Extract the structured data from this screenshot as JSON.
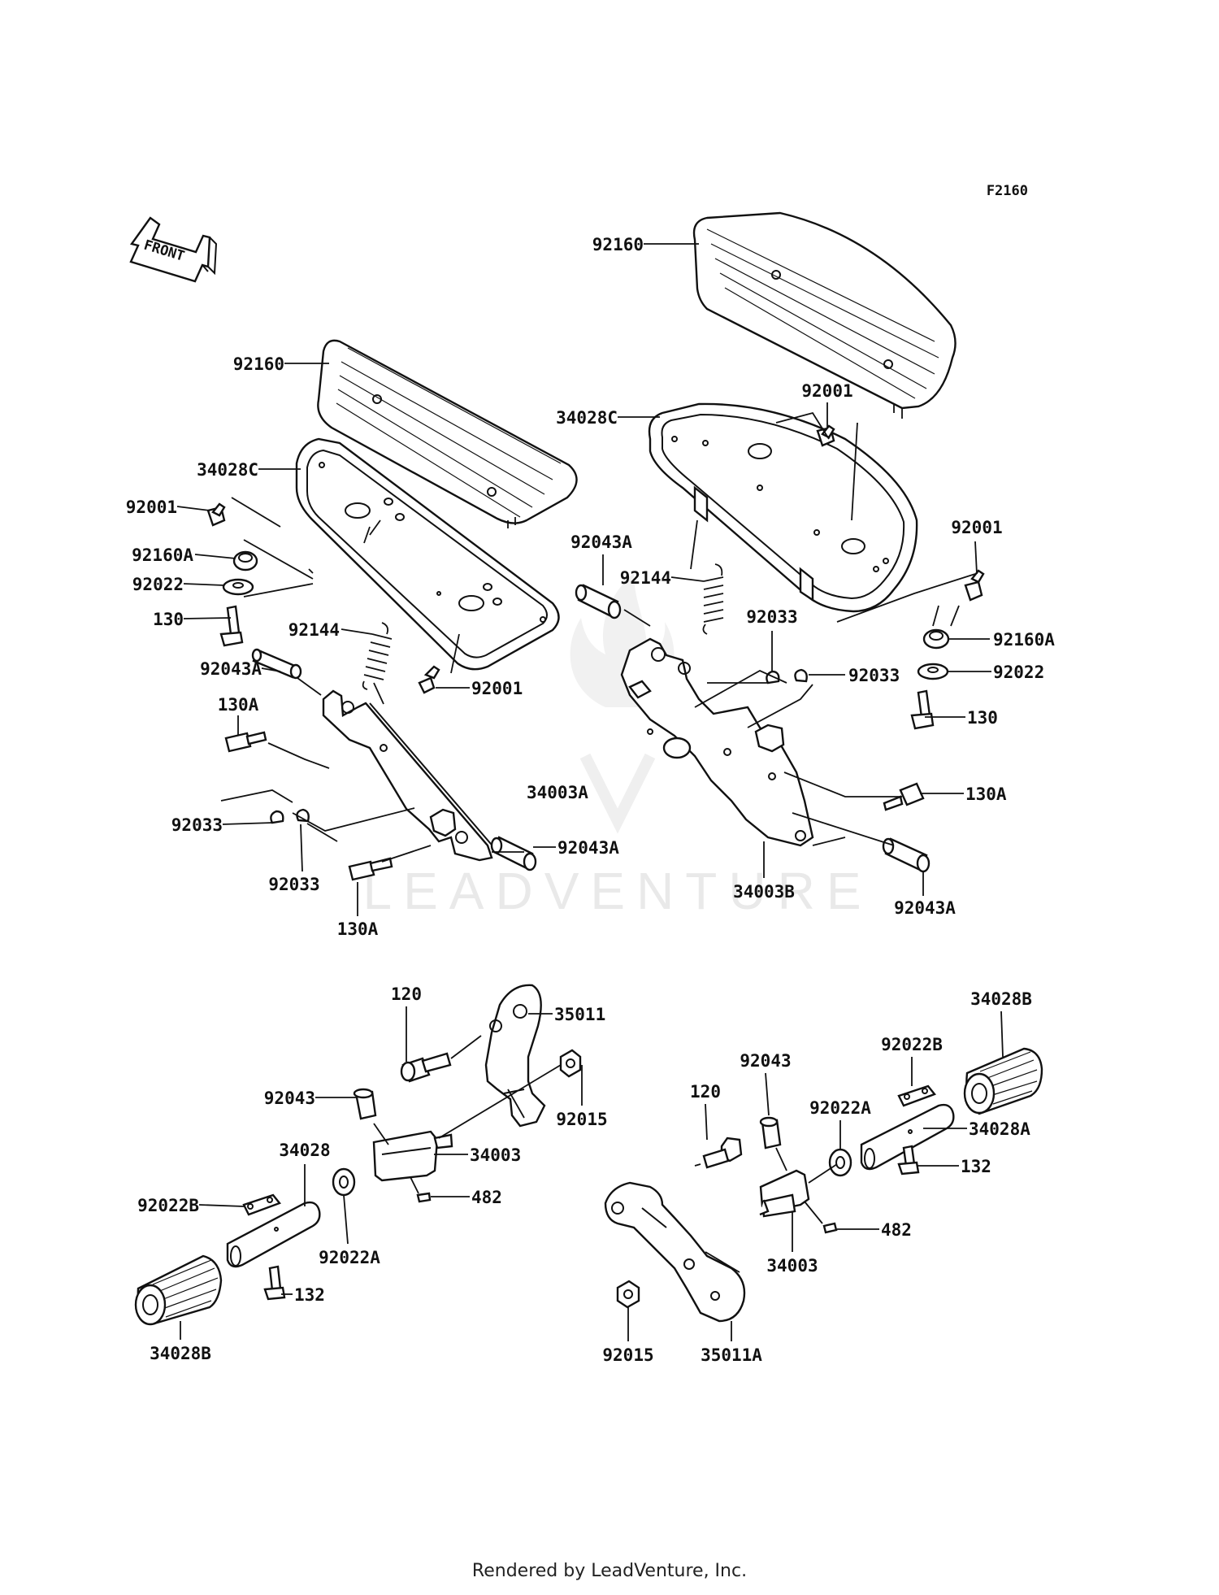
{
  "figure_code": "F2160",
  "front_label": "FRONT",
  "watermark": "LEADVENTURE",
  "footer": "Rendered by LeadVenture, Inc.",
  "callouts": [
    {
      "id": "c01",
      "text": "92160"
    },
    {
      "id": "c02",
      "text": "92160"
    },
    {
      "id": "c03",
      "text": "34028C"
    },
    {
      "id": "c04",
      "text": "92001"
    },
    {
      "id": "c05",
      "text": "92160A"
    },
    {
      "id": "c06",
      "text": "92022"
    },
    {
      "id": "c07",
      "text": "130"
    },
    {
      "id": "c08",
      "text": "92144"
    },
    {
      "id": "c09",
      "text": "92043A"
    },
    {
      "id": "c10",
      "text": "92001"
    },
    {
      "id": "c11",
      "text": "130A"
    },
    {
      "id": "c12",
      "text": "34003A"
    },
    {
      "id": "c13",
      "text": "92033"
    },
    {
      "id": "c14",
      "text": "92043A"
    },
    {
      "id": "c15",
      "text": "92033"
    },
    {
      "id": "c16",
      "text": "130A"
    },
    {
      "id": "c17",
      "text": "34028C"
    },
    {
      "id": "c18",
      "text": "92001"
    },
    {
      "id": "c19",
      "text": "92043A"
    },
    {
      "id": "c20",
      "text": "92144"
    },
    {
      "id": "c21",
      "text": "92001"
    },
    {
      "id": "c22",
      "text": "92033"
    },
    {
      "id": "c23",
      "text": "92033"
    },
    {
      "id": "c24",
      "text": "92160A"
    },
    {
      "id": "c25",
      "text": "92022"
    },
    {
      "id": "c26",
      "text": "130"
    },
    {
      "id": "c27",
      "text": "130A"
    },
    {
      "id": "c28",
      "text": "34003B"
    },
    {
      "id": "c29",
      "text": "92043A"
    },
    {
      "id": "c30",
      "text": "120"
    },
    {
      "id": "c31",
      "text": "35011"
    },
    {
      "id": "c32",
      "text": "92043"
    },
    {
      "id": "c33",
      "text": "92015"
    },
    {
      "id": "c34",
      "text": "34028"
    },
    {
      "id": "c35",
      "text": "34003"
    },
    {
      "id": "c36",
      "text": "92022B"
    },
    {
      "id": "c37",
      "text": "482"
    },
    {
      "id": "c38",
      "text": "92022A"
    },
    {
      "id": "c39",
      "text": "132"
    },
    {
      "id": "c40",
      "text": "34028B"
    },
    {
      "id": "c41",
      "text": "34028B"
    },
    {
      "id": "c42",
      "text": "92022B"
    },
    {
      "id": "c43",
      "text": "92043"
    },
    {
      "id": "c44",
      "text": "120"
    },
    {
      "id": "c45",
      "text": "92022A"
    },
    {
      "id": "c46",
      "text": "34028A"
    },
    {
      "id": "c47",
      "text": "132"
    },
    {
      "id": "c48",
      "text": "482"
    },
    {
      "id": "c49",
      "text": "34003"
    },
    {
      "id": "c50",
      "text": "92015"
    },
    {
      "id": "c51",
      "text": "35011A"
    }
  ]
}
